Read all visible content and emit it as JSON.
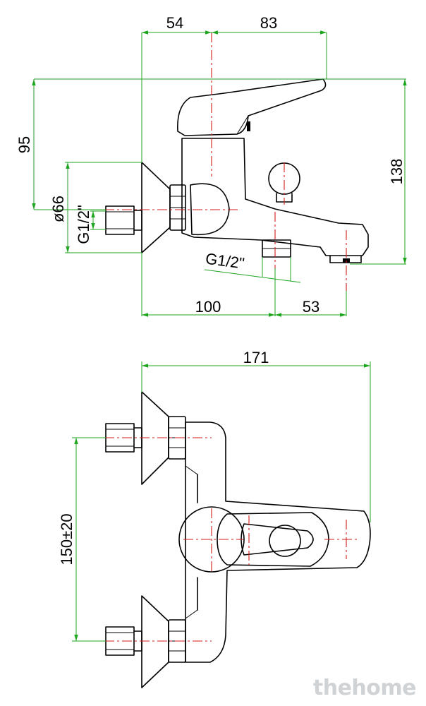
{
  "dimensions": {
    "top_view_width_left": "54",
    "top_view_width_right": "83",
    "height_upper": "95",
    "height_total": "138",
    "flange_diameter": "ø66",
    "inlet_thread": "G1/2\"",
    "outlet_thread": "G1/2\"",
    "depth_wall_to_outlet": "100",
    "depth_outlet_to_spout": "53",
    "overall_width": "171",
    "inlet_spacing": "150±20"
  },
  "watermark": "thehome",
  "colors": {
    "outline": "#000000",
    "dimension_lines": "#1fa51f",
    "center_lines": "#d21c1c",
    "watermark": "#cfd3d6"
  }
}
